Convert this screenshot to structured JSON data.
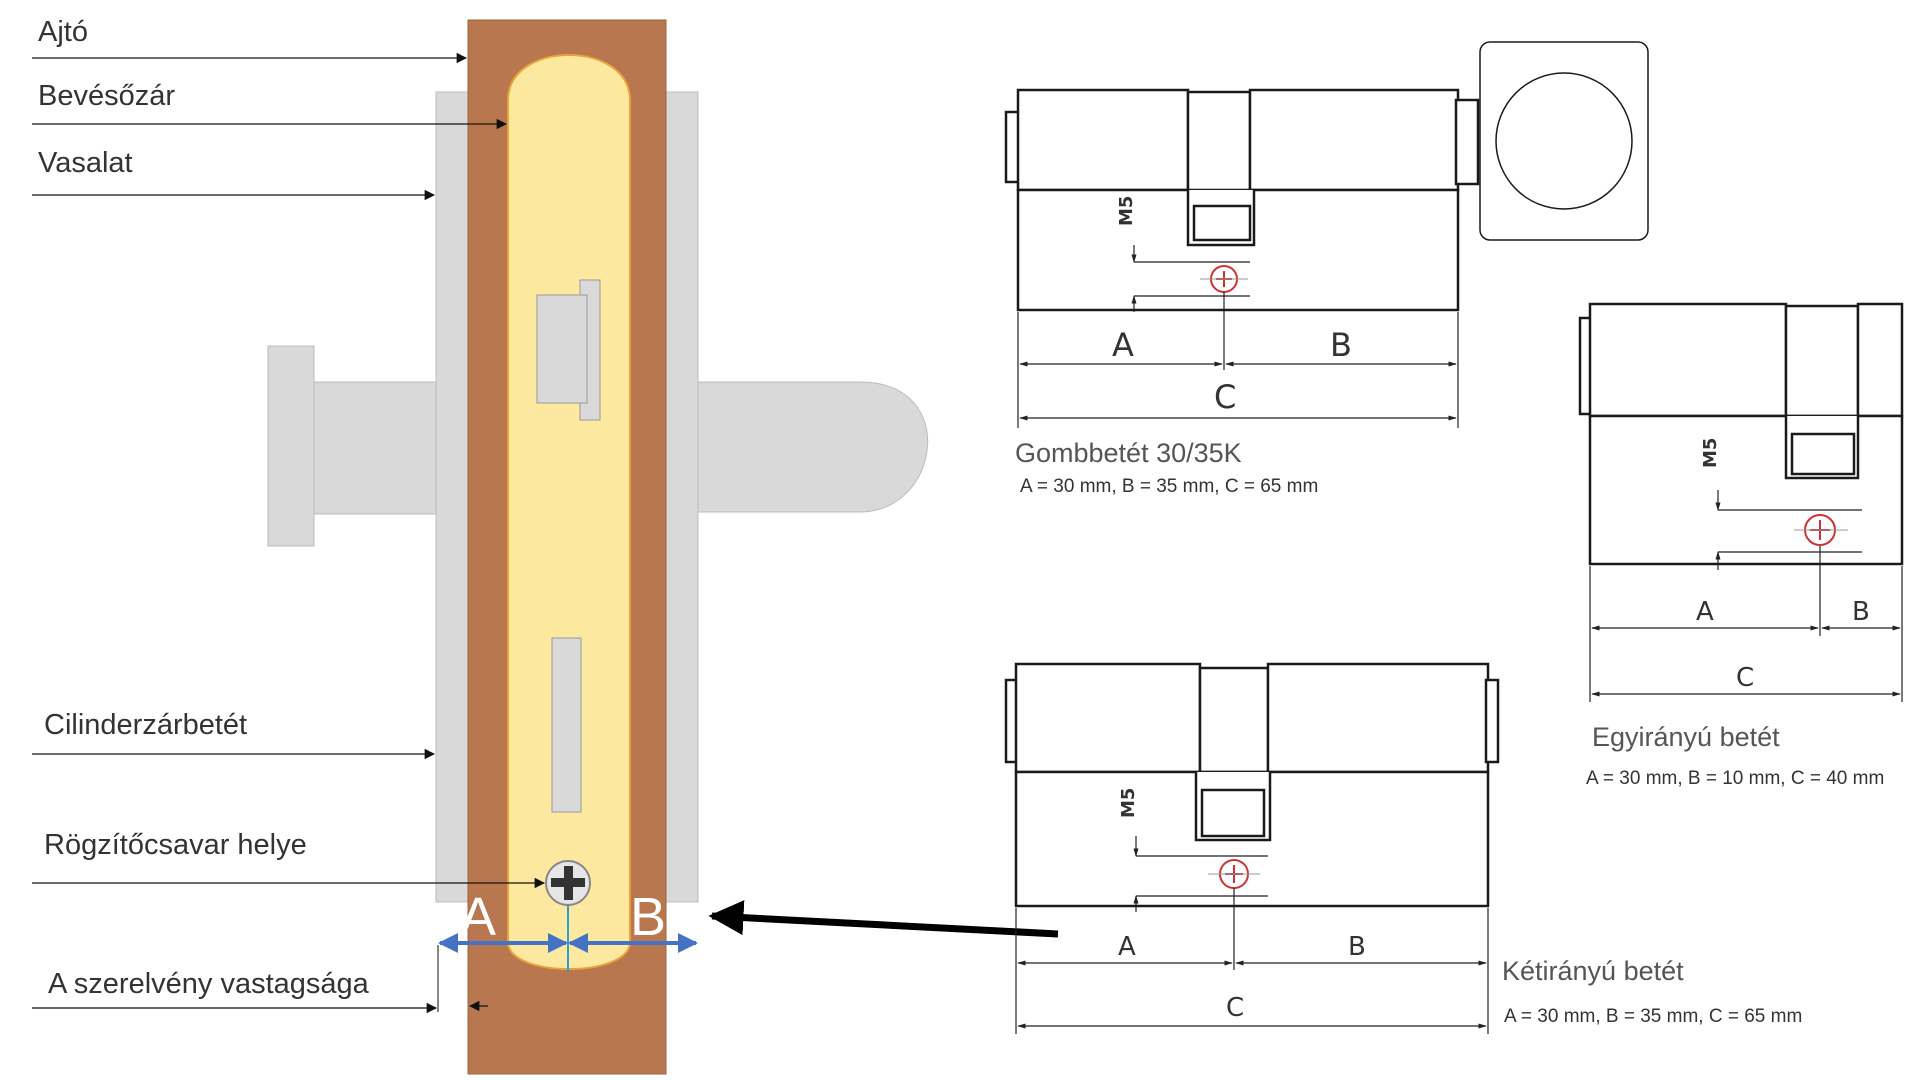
{
  "callouts": {
    "door": "Ajtó",
    "mortise_lock": "Bevésőzár",
    "hardware": "Vasalat",
    "cylinder": "Cilinderzárbetét",
    "screw_position": "Rögzítőcsavar helye",
    "assembly_thickness": "A szerelvény vastagsága"
  },
  "door_measure": {
    "a": "A",
    "b": "B"
  },
  "knob_cylinder": {
    "title": "Gombbetét 30/35K",
    "spec": "A = 30 mm, B = 35 mm, C = 65 mm",
    "dim_a": "A",
    "dim_b": "B",
    "dim_c": "C",
    "m5": "M5"
  },
  "single_cylinder": {
    "title": "Egyirányú betét",
    "spec": "A = 30 mm, B = 10 mm, C = 40 mm",
    "dim_a": "A",
    "dim_b": "B",
    "dim_c": "C",
    "m5": "M5"
  },
  "double_cylinder": {
    "title": "Kétirányú betét",
    "spec": "A = 30 mm, B = 35 mm, C = 65 mm",
    "dim_a": "A",
    "dim_b": "B",
    "dim_c": "C",
    "m5": "M5"
  },
  "colors": {
    "door": "#b9774f",
    "lock_body": "#fce99f",
    "hardware": "#d9d9d9",
    "dimension_line": "#4472c4",
    "screw_mark": "#cc3333"
  }
}
